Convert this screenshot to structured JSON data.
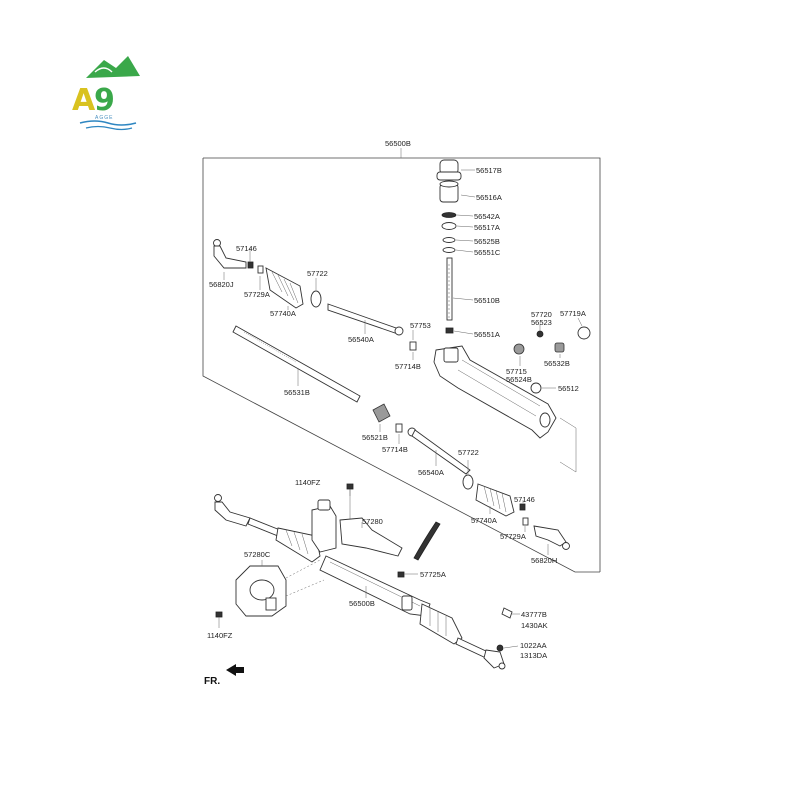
{
  "logo": {
    "text": "A9",
    "sub": "AGGE",
    "colors": {
      "green": "#3aa84a",
      "yellow": "#d9c21f",
      "blue": "#2e86c1"
    }
  },
  "diagram": {
    "assembly_label": "56500B",
    "fr_label": "FR.",
    "labels": {
      "l56517B": "56517B",
      "l56516A": "56516A",
      "l56542A": "56542A",
      "l56517A": "56517A",
      "l56525B": "56525B",
      "l56551C": "56551C",
      "l56510B": "56510B",
      "l56551A": "56551A",
      "l57146_top": "57146",
      "l56820J": "56820J",
      "l57729A_top": "57729A",
      "l57740A_top": "57740A",
      "l57722_top": "57722",
      "l56540A_top": "56540A",
      "l57753": "57753",
      "l57714B_top": "57714B",
      "l57720": "57720",
      "l56523": "56523",
      "l57719A": "57719A",
      "l56532B": "56532B",
      "l57715": "57715",
      "l56524B": "56524B",
      "l56512": "56512",
      "l56531B": "56531B",
      "l56521B": "56521B",
      "l57714B_bot": "57714B",
      "l56540A_bot": "56540A",
      "l57722_bot": "57722",
      "l57146_bot": "57146",
      "l57740A_bot": "57740A",
      "l57729A_bot": "57729A",
      "l56820H": "56820H",
      "l1140FZ_top": "1140FZ",
      "l57280": "57280",
      "l57280C": "57280C",
      "l57725A": "57725A",
      "l56500B_bot": "56500B",
      "l1140FZ_bot": "1140FZ",
      "l43777B": "43777B",
      "l1430AK": "1430AK",
      "l1022AA": "1022AA",
      "l1313DA": "1313DA"
    }
  }
}
